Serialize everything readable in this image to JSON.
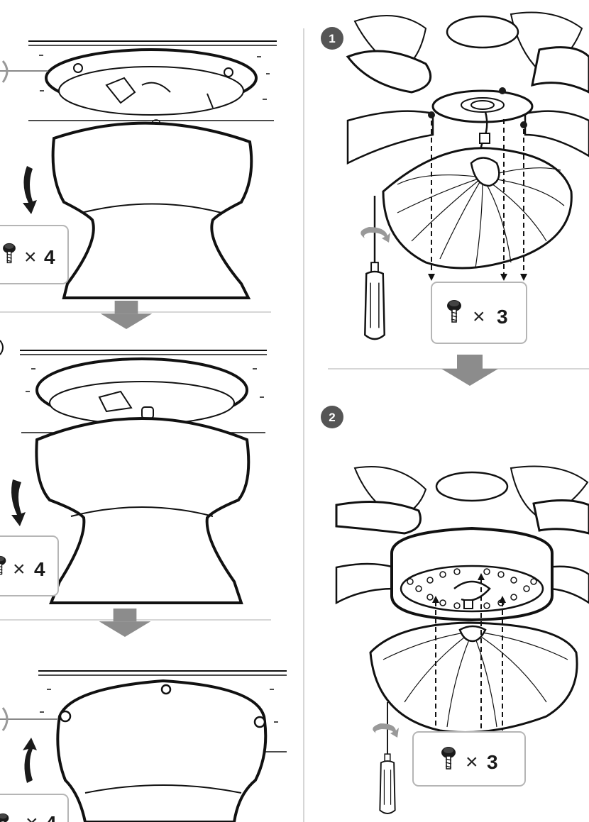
{
  "steps": [
    {
      "number": "1"
    },
    {
      "number": "2"
    }
  ],
  "qty_boxes": [
    {
      "symbol": "×",
      "count": "4"
    },
    {
      "symbol": "×",
      "count": "4"
    },
    {
      "symbol": "×",
      "count": "4"
    },
    {
      "symbol": "×",
      "count": "3"
    },
    {
      "symbol": "×",
      "count": "3"
    }
  ],
  "colors": {
    "line": "#111111",
    "arrow_gray": "#8c8c8c",
    "badge": "#555555",
    "box_border": "#b5b5b5",
    "divider": "#c8c8c8"
  },
  "icons": [
    "screw-icon",
    "screwdriver-icon",
    "rotation-arrow-icon",
    "down-arrow-icon",
    "up-arrow-icon",
    "step-arrow-icon"
  ]
}
